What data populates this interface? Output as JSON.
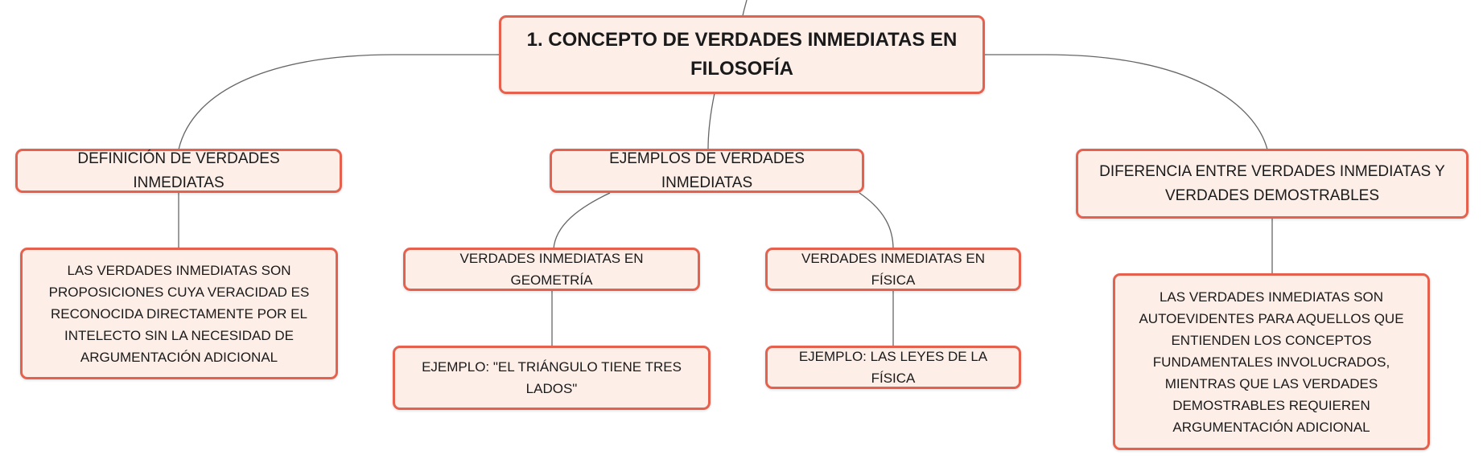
{
  "theme": {
    "border": "#e5614e",
    "fill": "#fdeee8",
    "line": "#666666"
  },
  "map": {
    "root": "1. CONCEPTO DE VERDADES INMEDIATAS EN FILOSOFÍA",
    "definicion": "DEFINICIÓN DE VERDADES INMEDIATAS",
    "definicion_texto": "LAS VERDADES INMEDIATAS SON PROPOSICIONES CUYA VERACIDAD ES RECONOCIDA DIRECTAMENTE POR EL INTELECTO SIN LA NECESIDAD DE ARGUMENTACIÓN ADICIONAL",
    "ejemplos": "EJEMPLOS DE VERDADES INMEDIATAS",
    "geometria": "VERDADES INMEDIATAS EN GEOMETRÍA",
    "geometria_ejemplo": "EJEMPLO: \"EL TRIÁNGULO TIENE TRES LADOS\"",
    "fisica": "VERDADES INMEDIATAS EN FÍSICA",
    "fisica_ejemplo": "EJEMPLO: LAS LEYES DE LA FÍSICA",
    "diferencia": "DIFERENCIA ENTRE VERDADES INMEDIATAS Y VERDADES DEMOSTRABLES",
    "diferencia_texto": "LAS VERDADES INMEDIATAS SON AUTOEVIDENTES PARA AQUELLOS QUE ENTIENDEN LOS CONCEPTOS FUNDAMENTALES INVOLUCRADOS, MIENTRAS QUE LAS VERDADES DEMOSTRABLES REQUIEREN ARGUMENTACIÓN ADICIONAL"
  }
}
